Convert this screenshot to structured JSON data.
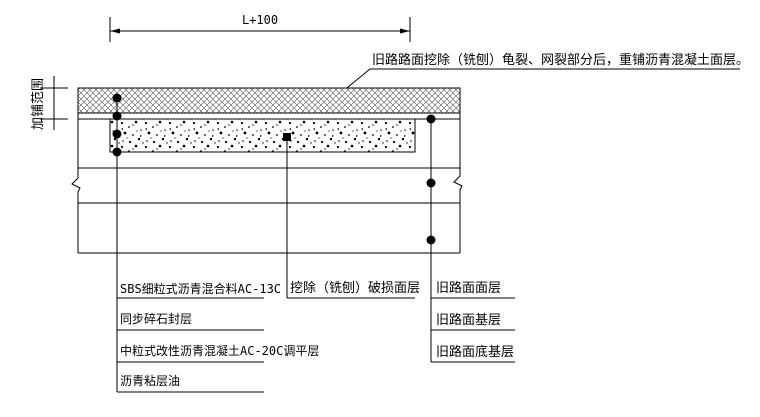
{
  "dimension": {
    "label": "L+100"
  },
  "callout_top": {
    "text": "旧路路面挖除（铣刨）龟裂、网裂部分后，重铺沥青混凝土面层。"
  },
  "side_label": {
    "text": "加铺范围"
  },
  "middle_label": {
    "text": "挖除（铣刨）破损面层"
  },
  "left_labels": [
    {
      "text": "SBS细粒式沥青混合料AC-13C"
    },
    {
      "text": "同步碎石封层"
    },
    {
      "text": "中粒式改性沥青混凝土AC-20C调平层"
    },
    {
      "text": "沥青粘层油"
    }
  ],
  "right_labels": [
    {
      "text": "旧路面面层"
    },
    {
      "text": "旧路面基层"
    },
    {
      "text": "旧路面底基层"
    }
  ]
}
